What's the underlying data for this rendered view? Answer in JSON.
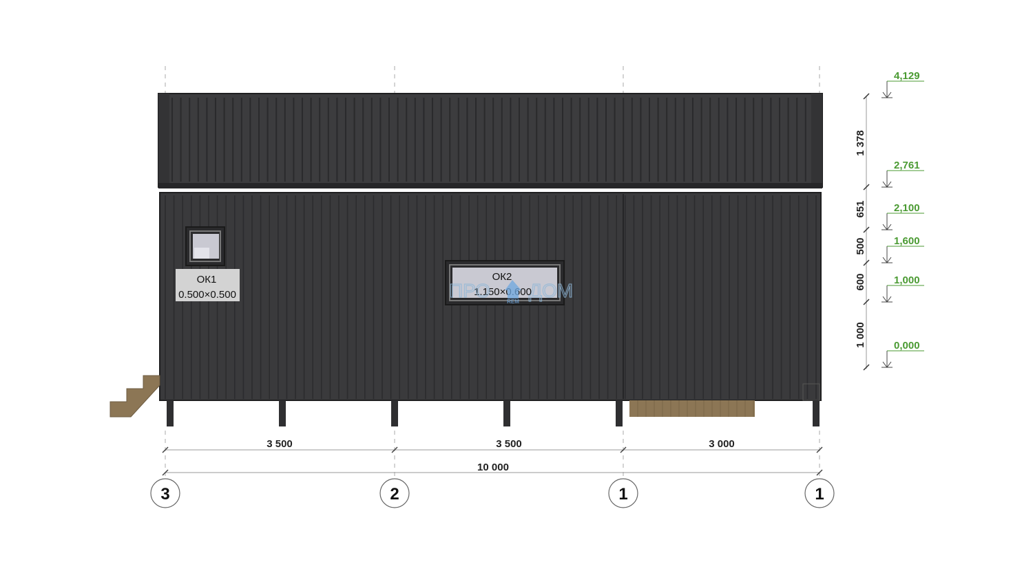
{
  "colors": {
    "wall": "#3a3a3c",
    "roof": "#3c3c3e",
    "batten": "#2a2a2c",
    "level_green": "#4a9a32",
    "dimension_line": "#999999",
    "deck": "#8c7655",
    "watermark": "#8fb7d8"
  },
  "elevation": {
    "windows": [
      {
        "tag": "ОК1",
        "size": "0.500×0.500"
      },
      {
        "tag": "ОК2",
        "size": "1.150×0.600"
      }
    ]
  },
  "watermark": {
    "left": "ПРО",
    "right": "ДОМ",
    "small": "REM",
    "icon": "house-icon"
  },
  "dimensions": {
    "bays": [
      "3 500",
      "3 500",
      "3 000"
    ],
    "total": "10 000"
  },
  "axes": [
    "3",
    "2",
    "1",
    "1"
  ],
  "vertical_dimensions": [
    "1 378",
    "651",
    "500",
    "600",
    "1 000"
  ],
  "levels": [
    "4,129",
    "2,761",
    "2,100",
    "1,600",
    "1,000",
    "0,000"
  ]
}
